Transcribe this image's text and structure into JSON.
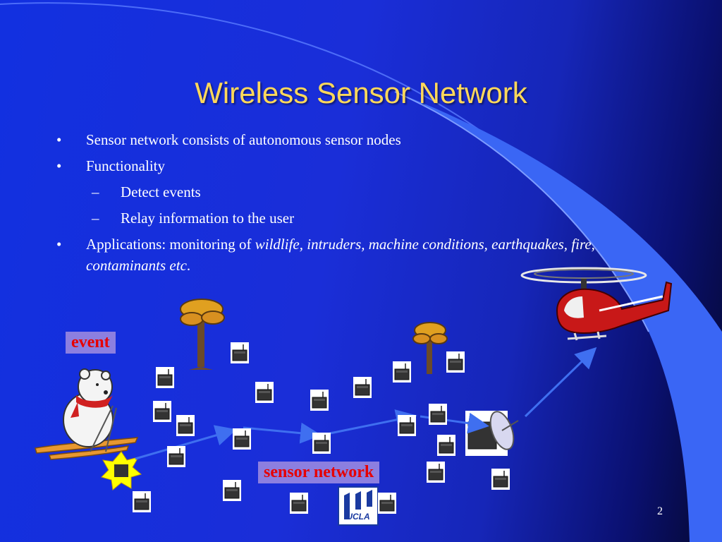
{
  "slide": {
    "title": "Wireless Sensor Network",
    "bullets": {
      "b1": "Sensor network consists of autonomous sensor nodes",
      "b2": "Functionality",
      "b2_sub1": "Detect events",
      "b2_sub2": "Relay information to the user",
      "b3_prefix": "Applications: monitoring of ",
      "b3_italic": "wildlife, intruders, machine conditions, earthquakes, fire, contaminants etc",
      "b3_suffix": "."
    },
    "labels": {
      "event": "event",
      "sensor_network": "sensor network"
    },
    "logo_text": "UCLA",
    "slide_number": "2"
  },
  "colors": {
    "title": "#ffd85a",
    "body_text": "#ffffff",
    "label_text": "#e60000",
    "label_bg": "#8c7fe0",
    "arrow": "#3f6ff0",
    "accent_curve": "#3a66f5"
  }
}
